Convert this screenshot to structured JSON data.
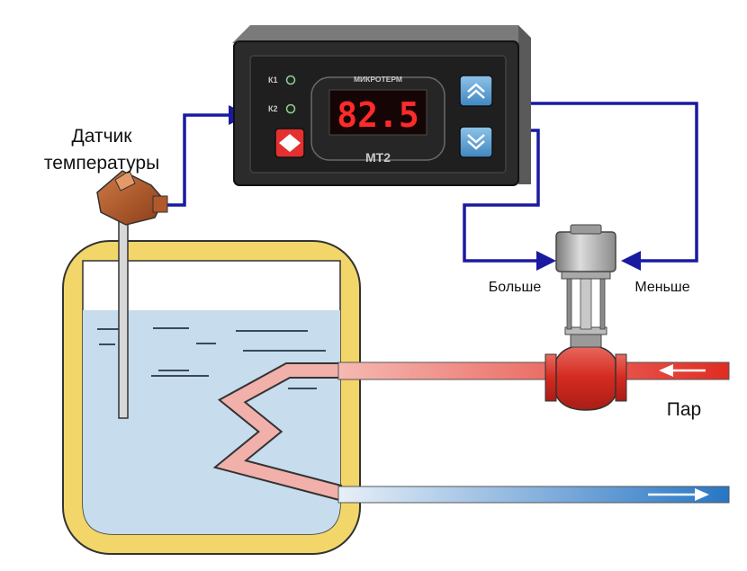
{
  "controller": {
    "brand": "МИКРОТЕРМ",
    "model": "МТ2",
    "display_value": "82.5",
    "indicator_1": "К1",
    "indicator_2": "К2"
  },
  "labels": {
    "sensor": "Датчик",
    "sensor_line2": "температуры",
    "more": "Больше",
    "less": "Меньше",
    "steam": "Пар"
  },
  "colors": {
    "wire": "#1a1aa0",
    "tank_frame": "#f2d66a",
    "water": "#c7dced",
    "hot_pipe": "#e8312b",
    "cold_pipe": "#2f7fc6",
    "device_body": "#2b2b2b",
    "display": "#ff2a2a"
  },
  "icons": {
    "up_button": "chevron-up-double-icon",
    "down_button": "chevron-down-double-icon",
    "set_button": "diamond-icon"
  }
}
